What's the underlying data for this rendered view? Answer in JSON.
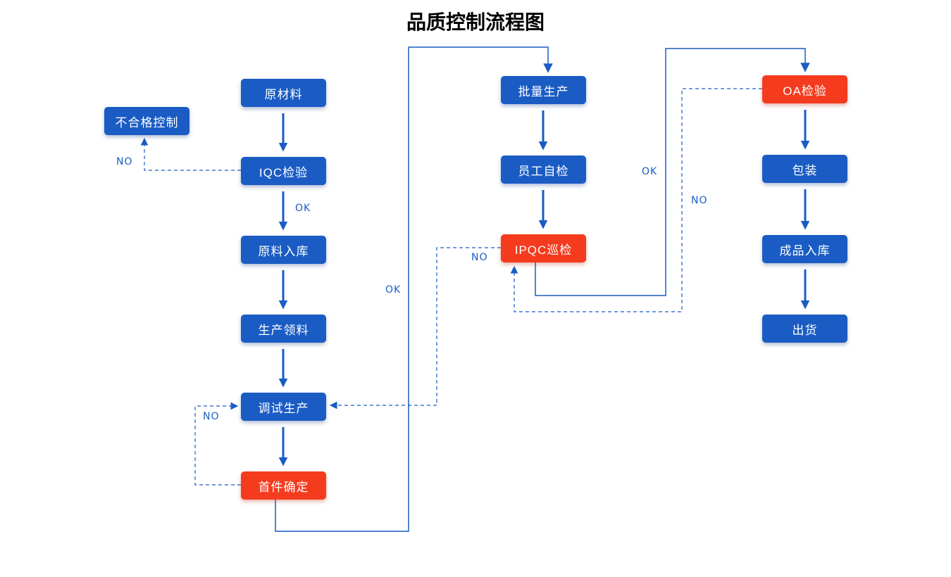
{
  "title": "品质控制流程图",
  "colors": {
    "node_blue": "#1A5CC4",
    "node_red": "#F53B1E",
    "line_blue": "#1A5CC4",
    "background": "#FFFFFF",
    "node_text": "#FFFFFF"
  },
  "nodes": {
    "raw_material": {
      "label": "原材料",
      "color": "blue"
    },
    "nonconforming_control": {
      "label": "不合格控制",
      "color": "blue"
    },
    "iqc_inspection": {
      "label": "IQC检验",
      "color": "blue"
    },
    "raw_material_storage": {
      "label": "原料入库",
      "color": "blue"
    },
    "production_picking": {
      "label": "生产领料",
      "color": "blue"
    },
    "trial_production": {
      "label": "调试生产",
      "color": "blue"
    },
    "first_article_confirmation": {
      "label": "首件确定",
      "color": "red"
    },
    "batch_production": {
      "label": "批量生产",
      "color": "blue"
    },
    "employee_self_inspection": {
      "label": "员工自检",
      "color": "blue"
    },
    "ipqc_patrol_inspection": {
      "label": "IPQC巡检",
      "color": "red"
    },
    "oa_inspection": {
      "label": "OA检验",
      "color": "red"
    },
    "packaging": {
      "label": "包装",
      "color": "blue"
    },
    "finished_goods_storage": {
      "label": "成品入库",
      "color": "blue"
    },
    "shipment": {
      "label": "出货",
      "color": "blue"
    }
  },
  "edge_labels": {
    "iqc_no": "NO",
    "iqc_ok": "OK",
    "first_article_no": "NO",
    "first_article_ok": "OK",
    "ipqc_no": "NO",
    "ipqc_ok": "OK",
    "oa_no": "NO"
  },
  "edges": [
    {
      "from": "原材料",
      "to": "IQC检验",
      "type": "solid"
    },
    {
      "from": "IQC检验",
      "to": "不合格控制",
      "type": "dashed",
      "label": "NO"
    },
    {
      "from": "IQC检验",
      "to": "原料入库",
      "type": "solid",
      "label": "OK"
    },
    {
      "from": "原料入库",
      "to": "生产领料",
      "type": "solid"
    },
    {
      "from": "生产领料",
      "to": "调试生产",
      "type": "solid"
    },
    {
      "from": "调试生产",
      "to": "首件确定",
      "type": "solid"
    },
    {
      "from": "首件确定",
      "to": "调试生产",
      "type": "dashed",
      "label": "NO"
    },
    {
      "from": "首件确定",
      "to": "批量生产",
      "type": "solid",
      "label": "OK"
    },
    {
      "from": "批量生产",
      "to": "员工自检",
      "type": "solid"
    },
    {
      "from": "员工自检",
      "to": "IPQC巡检",
      "type": "solid"
    },
    {
      "from": "IPQC巡检",
      "to": "调试生产",
      "type": "dashed",
      "label": "NO"
    },
    {
      "from": "IPQC巡检",
      "to": "OA检验",
      "type": "solid",
      "label": "OK"
    },
    {
      "from": "OA检验",
      "to": "IPQC巡检",
      "type": "dashed",
      "label": "NO"
    },
    {
      "from": "OA检验",
      "to": "包装",
      "type": "solid"
    },
    {
      "from": "包装",
      "to": "成品入库",
      "type": "solid"
    },
    {
      "from": "成品入库",
      "to": "出货",
      "type": "solid"
    }
  ]
}
